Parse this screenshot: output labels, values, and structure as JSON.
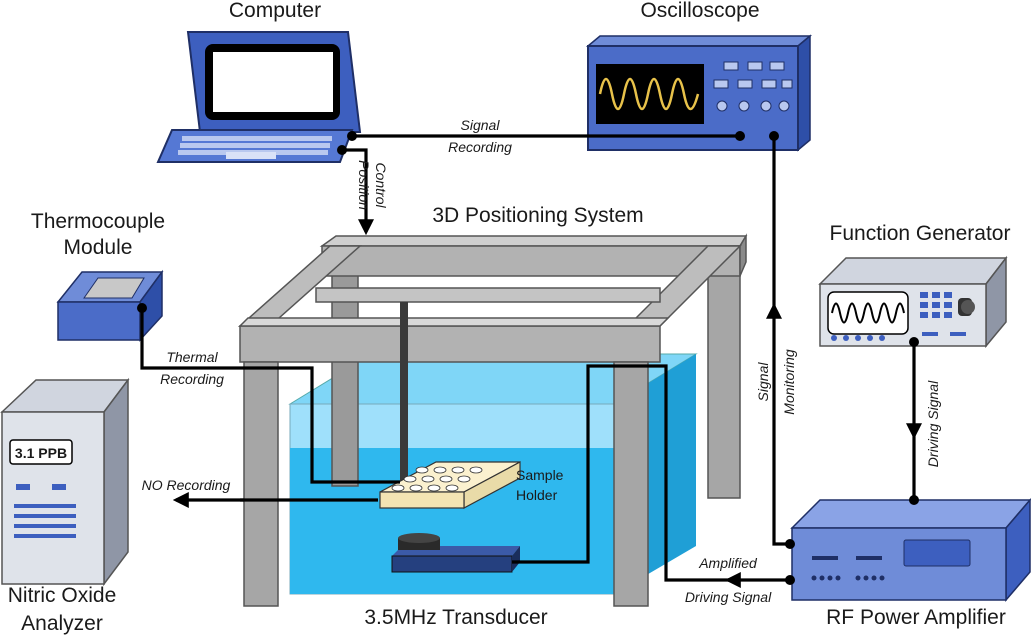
{
  "labels": {
    "computer": "Computer",
    "oscilloscope": "Oscilloscope",
    "thermocouple_line1": "Thermocouple",
    "thermocouple_line2": "Module",
    "positioning": "3D Positioning System",
    "function_generator": "Function Generator",
    "analyzer_line1": "Nitric Oxide",
    "analyzer_line2": "Analyzer",
    "transducer": "3.5MHz Transducer",
    "amplifier": "RF Power Amplifier",
    "sample_holder_line1": "Sample",
    "sample_holder_line2": "Holder"
  },
  "analyzer_display": "3.1 PPB",
  "signals": {
    "signal_recording_line1": "Signal",
    "signal_recording_line2": "Recording",
    "position_control_line1": "Position",
    "position_control_line2": "Control",
    "thermal_recording_line1": "Thermal",
    "thermal_recording_line2": "Recording",
    "no_recording": "NO Recording",
    "signal_monitoring_line1": "Signal",
    "signal_monitoring_line2": "Monitoring",
    "driving_signal": "Driving Signal",
    "amplified_line1": "Amplified",
    "amplified_line2": "Driving Signal"
  },
  "colors": {
    "device_blue": "#4f6fc4",
    "water": "#2fb8ee",
    "frame_gray": "#a6a6a6",
    "screen_yellow": "#e8c24a"
  }
}
